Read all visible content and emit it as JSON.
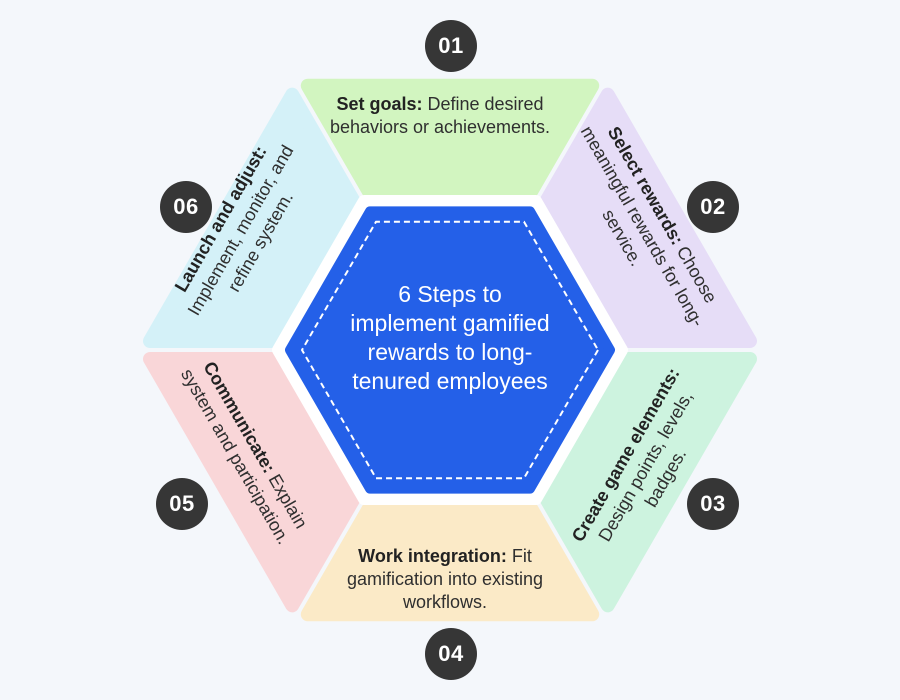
{
  "center": {
    "title_lines": [
      "6 Steps to",
      "implement gamified",
      "rewards to long-",
      "tenured employees"
    ]
  },
  "steps": [
    {
      "number": "01",
      "title": "Set goals:",
      "text": "Define desired behaviors or achievements.",
      "color": "#d2f5c0"
    },
    {
      "number": "02",
      "title": "Select rewards:",
      "text": "Choose meaningful rewards for long-service.",
      "color": "#e6ddf7"
    },
    {
      "number": "03",
      "title": "Create game elements:",
      "text": "Design points, levels, badges.",
      "color": "#cdf3df"
    },
    {
      "number": "04",
      "title": "Work integration:",
      "text": "Fit gamification into existing workflows.",
      "color": "#fbeac7"
    },
    {
      "number": "05",
      "title": "Communicate:",
      "text": "Explain system and participation.",
      "color": "#f9d6d8"
    },
    {
      "number": "06",
      "title": "Launch and adjust:",
      "text": "Implement, monitor, and refine system.",
      "color": "#d4f1f8"
    }
  ],
  "colors": {
    "center_fill": "#2460e8",
    "center_border": "#ffffff",
    "badge": "#363636",
    "background": "#f4f7fb"
  }
}
